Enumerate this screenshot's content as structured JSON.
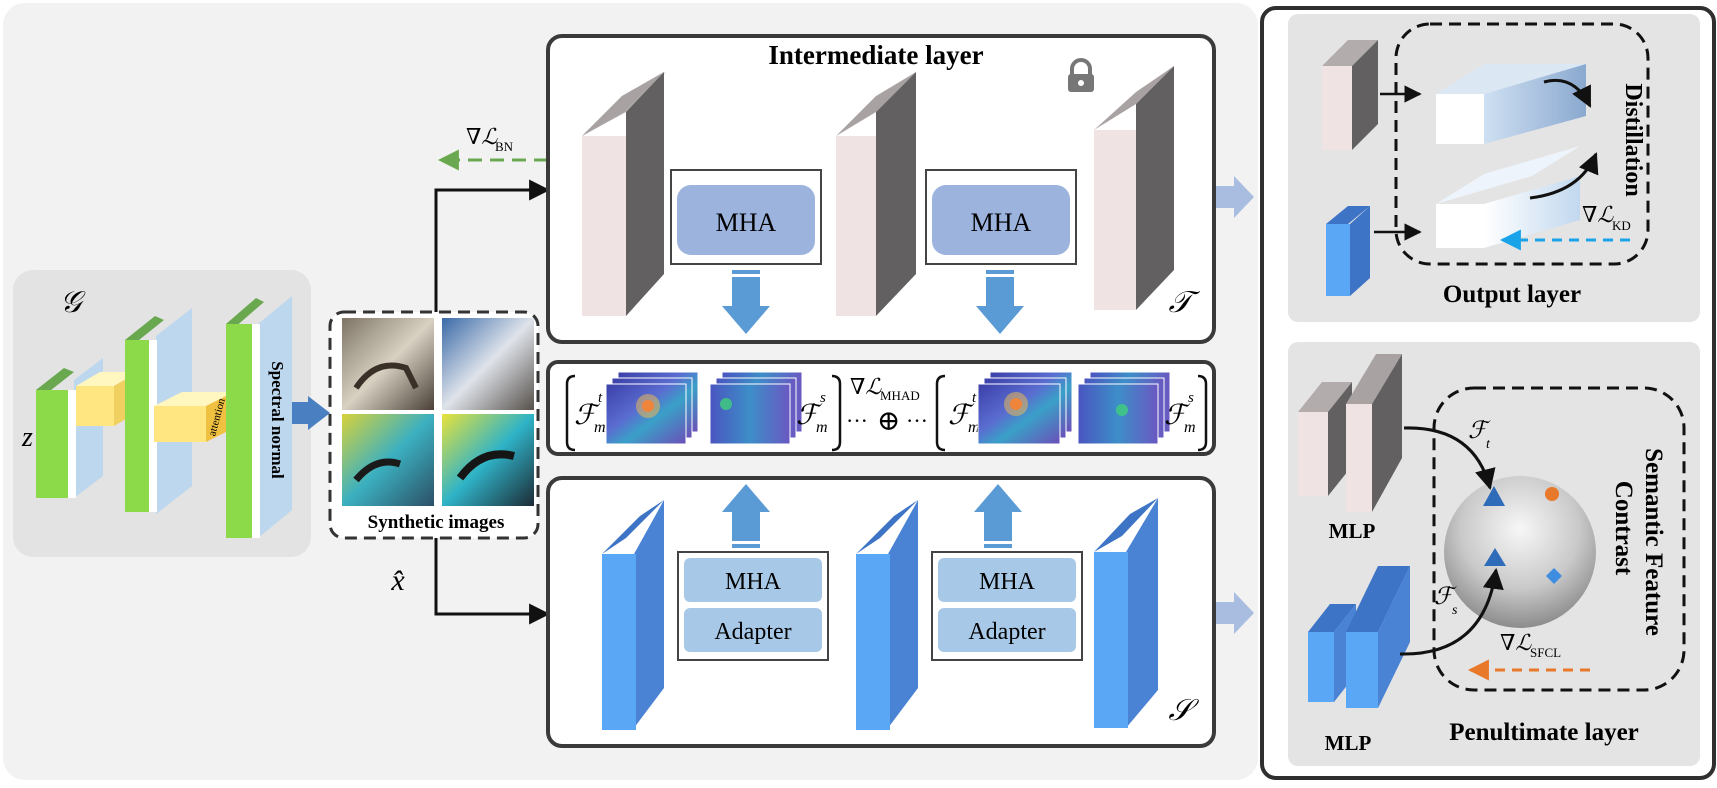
{
  "generator": {
    "symbol": "𝒢",
    "z_label": "z",
    "attention_label": "attention",
    "spectral_label": "Spectral normal"
  },
  "synthetic": {
    "label": "Synthetic images",
    "x_hat": "x̂"
  },
  "teacher": {
    "title": "Intermediate layer",
    "mha_label": "MHA",
    "symbol": "𝒯",
    "grad_bn": "∇ℒ",
    "grad_bn_sub": "BN"
  },
  "features": {
    "f_m": "ℱ",
    "sub_m": "m",
    "sup_t": "t",
    "sup_s": "s",
    "dots": "···",
    "oplus": "⊕",
    "grad_mhad": "∇ℒ",
    "grad_mhad_sub": "MHAD"
  },
  "student": {
    "mha_label": "MHA",
    "adapter_label": "Adapter",
    "symbol": "𝒮"
  },
  "output_panel": {
    "distillation_label": "Distillation",
    "grad_kd": "∇ℒ",
    "grad_kd_sub": "KD",
    "title": "Output layer"
  },
  "penultimate_panel": {
    "mlp_label": "MLP",
    "f_t": "ℱ",
    "f_t_sub": "t",
    "f_s": "ℱ",
    "f_s_sub": "s",
    "sfc_line1": "Semantic Feature",
    "sfc_line2": "Contrast",
    "grad_sfcl": "∇ℒ",
    "grad_sfcl_sub": "SFCL",
    "title": "Penultimate layer"
  },
  "colors": {
    "teacher_block": "#efe3e3",
    "student_block": "#5aa8f5",
    "mha_box": "#9cb3de",
    "adapter_box": "#a8c8e8",
    "arrow_blue": "#5b9bd5",
    "green": "#8cd94a",
    "yellow": "#ffe680"
  }
}
